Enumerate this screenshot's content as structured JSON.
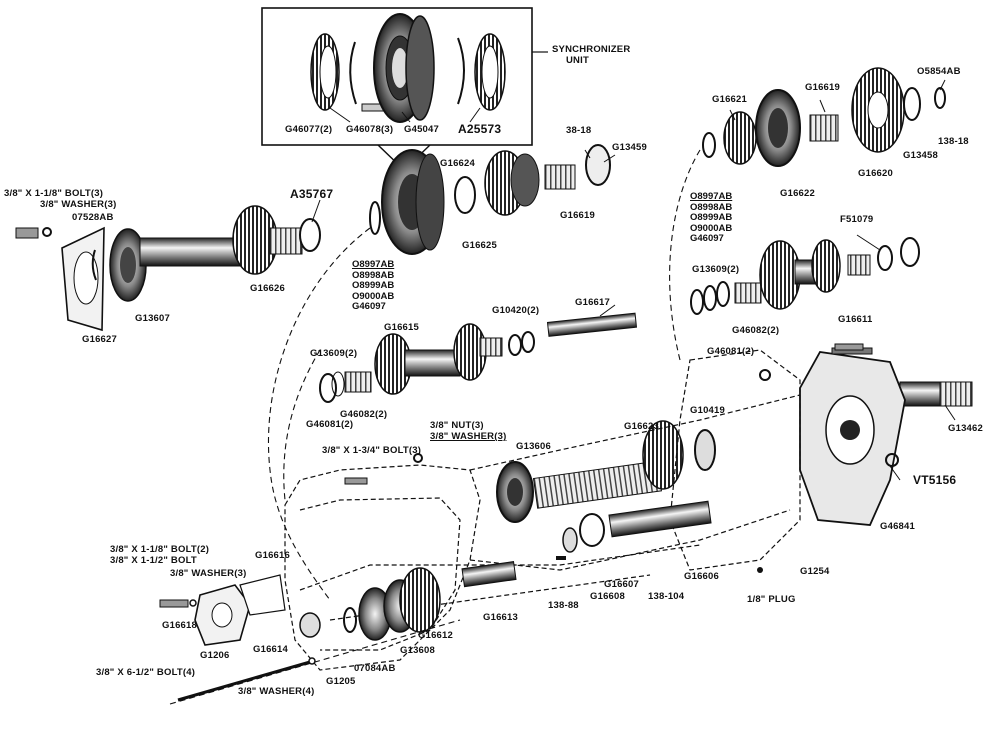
{
  "labels": {
    "synchronizer_title": "SYNCHRONIZER",
    "synchronizer_unit": "UNIT",
    "g46077": "G46077(2)",
    "g46078": "G46078(3)",
    "g45047": "G45047",
    "a25573": "A25573",
    "a35767": "A35767",
    "bolt_3_8x1_1_8_3": "3/8\" X 1-1/8\" BOLT(3)",
    "washer_3_8_3_top": "3/8\" WASHER(3)",
    "p07528ab": "07528AB",
    "g16624": "G16624",
    "p38_18": "38-18",
    "g13459": "G13459",
    "g16625": "G16625",
    "g16619_mid": "G16619",
    "g16626": "G16626",
    "g13607": "G13607",
    "g16627": "G16627",
    "g16621": "G16621",
    "g16619_top": "G16619",
    "o5854ab": "O5854AB",
    "g16622": "G16622",
    "g16620": "G16620",
    "g13458": "G13458",
    "p138_18": "138-18",
    "f51079": "F51079",
    "g13609_right": "G13609(2)",
    "g46082_right": "G46082(2)",
    "g16611": "G16611",
    "g46081_right": "G46081(2)",
    "g10420": "G10420(2)",
    "g16617": "G16617",
    "g16615": "G16615",
    "g13609_left": "G13609(2)",
    "g46082_left": "G46082(2)",
    "g46081_left": "G46081(2)",
    "nut_3_8": "3/8\" NUT(3)",
    "washer_3_8_3_mid": "3/8\" WASHER(3)",
    "bolt_3_8x1_3_4": "3/8\" X 1-3/4\" BOLT(3)",
    "g13606": "G13606",
    "g16623": "G16623",
    "g10419": "G10419",
    "g13462": "G13462",
    "vt5156": "VT5156",
    "g46841": "G46841",
    "g16616": "G16616",
    "bolt_3_8x1_1_8_2": "3/8\" X 1-1/8\" BOLT(2)",
    "bolt_3_8x1_1_2": "3/8\" X 1-1/2\" BOLT",
    "washer_3_8_3_low": "3/8\" WASHER(3)",
    "g16618": "G16618",
    "g1206": "G1206",
    "g16614": "G16614",
    "g16613": "G16613",
    "g16612": "G16612",
    "g13608": "G13608",
    "p07084ab": "07084AB",
    "g1205": "G1205",
    "bolt_3_8x6_1_2": "3/8\" X 6-1/2\" BOLT(4)",
    "washer_3_8_4": "3/8\" WASHER(4)",
    "p138_88": "138-88",
    "g16608": "G16608",
    "g16607": "G16607",
    "p138_104": "138-104",
    "g16606": "G16606",
    "g1254": "G1254",
    "plug_1_8": "1/8\" PLUG"
  },
  "part_lists": {
    "snap_ring_left": [
      "O8997AB",
      "O8998AB",
      "O8999AB",
      "O9000AB",
      "G46097"
    ],
    "snap_ring_right": [
      "O8997AB",
      "O8998AB",
      "O8999AB",
      "O9000AB",
      "G46097"
    ]
  }
}
